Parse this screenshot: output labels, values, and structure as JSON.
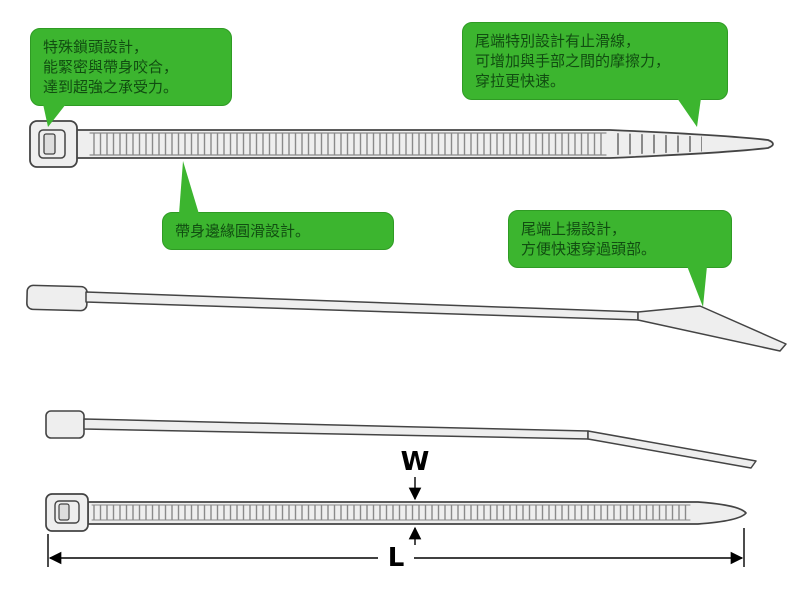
{
  "callouts": {
    "head_lock": {
      "lines": [
        "特殊鎖頭設計，",
        "能緊密與帶身咬合，",
        "達到超強之承受力。"
      ]
    },
    "tail_grip": {
      "lines": [
        "尾端特別設計有止滑線，",
        "可增加與手部之間的摩擦力，",
        "穿拉更快速。"
      ]
    },
    "band_edge": {
      "lines": [
        "帶身邊緣圓滑設計。"
      ]
    },
    "tail_up": {
      "lines": [
        "尾端上揚設計，",
        "方便快速穿過頭部。"
      ]
    }
  },
  "dimensions": {
    "width_label": "W",
    "length_label": "L"
  },
  "colors": {
    "callout_bg": "#3cb52f",
    "callout_text": "#114d11",
    "tie_fill": "#eeeeee",
    "tie_stroke": "#444444",
    "teeth_line": "#8a8a8a",
    "dimension_color": "#000000",
    "background": "#ffffff"
  }
}
